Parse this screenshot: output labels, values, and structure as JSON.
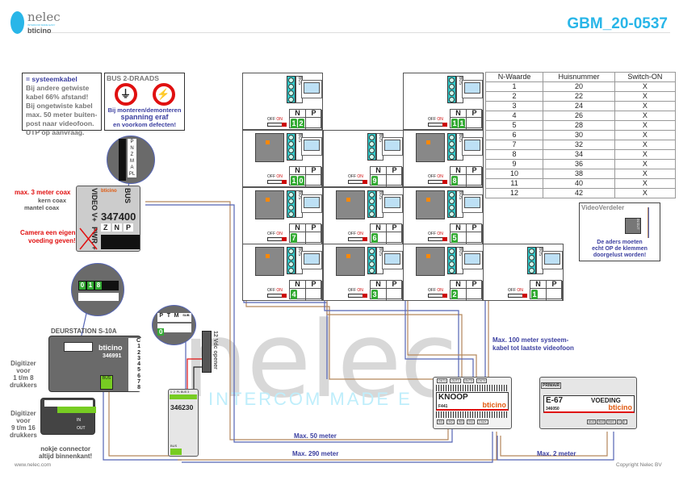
{
  "header": {
    "logo_name": "nelec",
    "logo_tagline": "INTERCOM MADE EASY",
    "logo_brand": "bticino",
    "doc_id": "GBM_20-0537"
  },
  "watermark": {
    "main": "nelec",
    "tagline": "INTERCOM MADE E"
  },
  "note_cable": {
    "title": "= systeemkabel",
    "lines": [
      "Bij andere getwiste",
      "kabel 66% afstand!",
      "Bij ongetwiste kabel",
      "max. 50 meter buiten-",
      "post naar videofoon.",
      "UTP op aanvraag."
    ]
  },
  "note_bus": {
    "title": "BUS 2-DRAADS",
    "line1": "Bij monteren/demonteren",
    "line2": "spanning eraf",
    "line3": "en voorkom defecten!"
  },
  "camera_module": {
    "model": "347400",
    "brand": "bticino",
    "video": "VIDEO",
    "v_plus": "V+",
    "minus": "-",
    "bus": "BUS",
    "pwr": "PWR",
    "plus": "+",
    "z": "Z",
    "n": "N",
    "p": "P",
    "zoom_labels": [
      "P",
      "N",
      "Z",
      "M",
      "A",
      "PL"
    ],
    "coax_title": "max. 3 meter coax",
    "kern": "kern coax",
    "mantel": "mantel coax",
    "power_note_1": "Camera een eigen",
    "power_note_2": "voeding geven!"
  },
  "deurstation": {
    "title": "DEURSTATION S-10A",
    "model": "346991",
    "brand": "bticino",
    "terminals": [
      "C",
      "1",
      "2",
      "3",
      "4",
      "5",
      "6",
      "7",
      "8"
    ],
    "bus": "BUS",
    "zoom_values": [
      "0",
      "1",
      "8"
    ],
    "digitizer1": [
      "Digitizer",
      "voor",
      "1 t/m 8",
      "drukkers"
    ],
    "digitizer2": [
      "Digitizer",
      "voor",
      "9 t/m 16",
      "drukkers"
    ],
    "connector_note_1": "nokje connector",
    "connector_note_2": "altijd binnenkant!",
    "in": "IN",
    "out": "OUT"
  },
  "module_346230": {
    "model": "346230",
    "top_terms": "1  2  PL BUS 3",
    "bus": "BUS",
    "zoom_labels": [
      "P",
      "T",
      "M",
      "SUB"
    ],
    "zoom_value": "0",
    "lock": "12 Vdc opener"
  },
  "apartments": [
    {
      "n": [
        "1",
        "2"
      ],
      "dist": false
    },
    {
      "n": null
    },
    {
      "n": [
        "1",
        "1"
      ],
      "dist": false
    },
    {
      "n": [
        "1",
        "0"
      ],
      "dist": true
    },
    {
      "n": [
        "9"
      ],
      "dist": false
    },
    {
      "n": [
        "8"
      ],
      "dist": true
    },
    {
      "n": [
        "7"
      ],
      "dist": true
    },
    {
      "n": [
        "6"
      ],
      "dist": true
    },
    {
      "n": [
        "5"
      ],
      "dist": true
    },
    {
      "n": [
        "4"
      ],
      "dist": true
    },
    {
      "n": [
        "3"
      ],
      "dist": true
    },
    {
      "n": [
        "2"
      ],
      "dist": true
    },
    {
      "n": [
        "1"
      ],
      "dist": false
    }
  ],
  "cell_labels": {
    "n": "N",
    "p": "P",
    "off": "OFF",
    "on": "ON",
    "bus": "BUS"
  },
  "table": {
    "headers": [
      "N-Waarde",
      "Huisnummer",
      "Switch-ON"
    ],
    "rows": [
      [
        "1",
        "20",
        "X"
      ],
      [
        "2",
        "22",
        "X"
      ],
      [
        "3",
        "24",
        "X"
      ],
      [
        "4",
        "26",
        "X"
      ],
      [
        "5",
        "28",
        "X"
      ],
      [
        "6",
        "30",
        "X"
      ],
      [
        "7",
        "32",
        "X"
      ],
      [
        "8",
        "34",
        "X"
      ],
      [
        "9",
        "36",
        "X"
      ],
      [
        "10",
        "38",
        "X"
      ],
      [
        "11",
        "40",
        "X"
      ],
      [
        "12",
        "42",
        "X"
      ]
    ]
  },
  "video_verdeler": {
    "title": "VideoVerdeler",
    "in": "IN",
    "out": "OUT",
    "note": [
      "De aders moeten",
      "echt OP de klemmen",
      "doorgelust worden!"
    ]
  },
  "knoop": {
    "title": "KNOOP",
    "model": "F441",
    "brand": "bticino",
    "outs": [
      "OUT1",
      "OUT2",
      "OUT3",
      "OUT4"
    ],
    "ins": [
      "IN1",
      "IN2",
      "IN3",
      "IN4",
      "2 AUX"
    ]
  },
  "voeding": {
    "title": "E-67",
    "label": "VOEDING",
    "model": "346050",
    "brand": "bticino",
    "primair": "PRIMAIR",
    "terms": [
      "AUX",
      "BUS",
      "BUS",
      "2",
      "1"
    ]
  },
  "distances": {
    "d100_1": "Max. 100 meter systeem-",
    "d100_2": "kabel tot laatste videofoon",
    "d50": "Max. 50 meter",
    "d290": "Max. 290 meter",
    "d2": "Max. 2 meter"
  },
  "footer": {
    "left": "www.nelec.com",
    "right": "Copyright Nelec BV"
  },
  "colors": {
    "accent": "#29b6e8",
    "wire_brown": "#b5865a",
    "wire_blue": "#5565b5",
    "text_blue": "#3b3fa0",
    "red": "#e01010"
  }
}
